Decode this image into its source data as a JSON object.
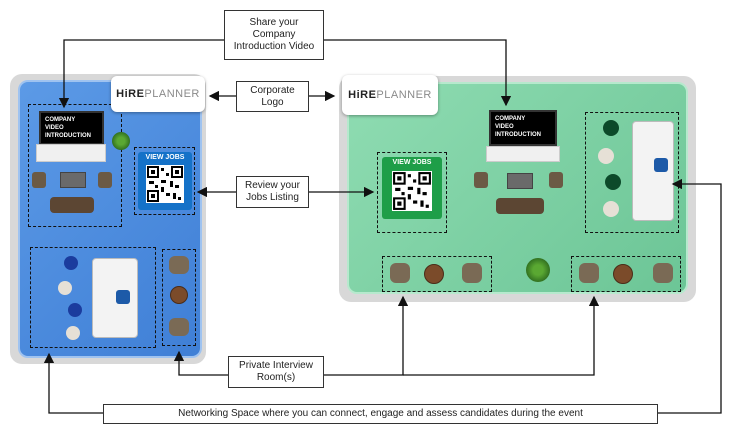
{
  "callouts": {
    "video": "Share your\nCompany\nIntroduction Video",
    "logo": "Corporate\nLogo",
    "jobs": "Review your\nJobs Listing",
    "interview": "Private Interview\nRoom(s)",
    "networking": "Networking Space where you can connect, engage and assess candidates during the event"
  },
  "logo": {
    "hi": "HiRE",
    "planner": "PLANNER"
  },
  "tv_text": "COMPANY\nVIDEO\nINTRODUCTION",
  "view_jobs": "VIEW JOBS",
  "colors": {
    "left_booth": "#4f8fe0",
    "right_booth": "#7fd0a4",
    "jobs_left": "#1572c8",
    "jobs_right": "#1e9e48"
  },
  "icons": [
    "arrow-icon",
    "plant-icon",
    "qr-code-icon",
    "tv-icon"
  ]
}
